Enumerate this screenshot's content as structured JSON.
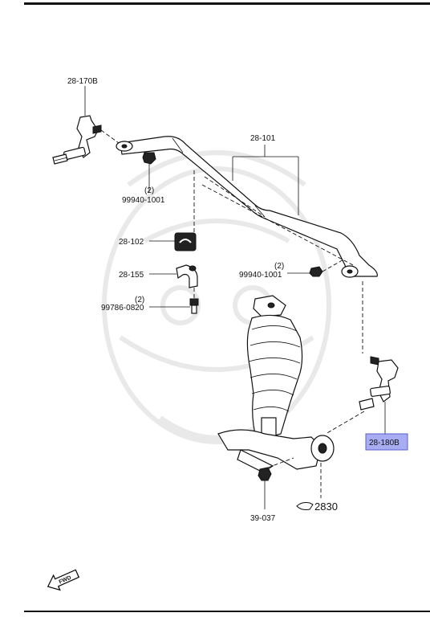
{
  "labels": {
    "end_link_left": "28-170B",
    "stabilizer_bar": "28-101",
    "nut_left": "99940-1001",
    "nut_left_qty": "(2)",
    "bushing": "28-102",
    "bracket": "28-155",
    "nut_right": "99940-1001",
    "nut_right_qty": "(2)",
    "bolt": "99786-0820",
    "bolt_qty": "(2)",
    "end_link_right": "28-180B",
    "nut_lower": "39-037",
    "ref_section": "2830",
    "fwd": "FWD"
  },
  "colors": {
    "highlight_fill": "#a8acf2",
    "highlight_border": "#5a5fd0",
    "line": "#111111",
    "watermark": "#e9e9e9"
  }
}
